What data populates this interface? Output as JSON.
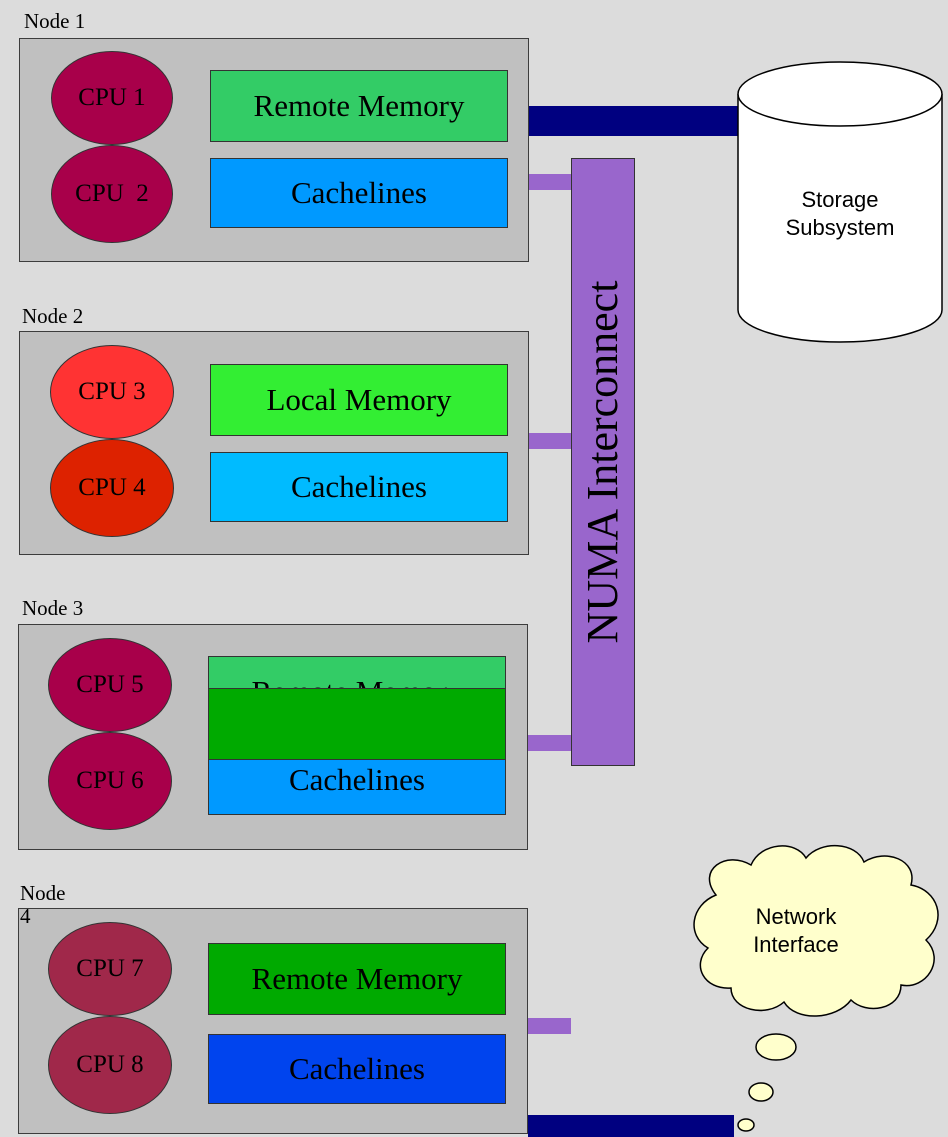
{
  "nodes": [
    {
      "label": "Node 1",
      "cpu_a": "CPU 1",
      "cpu_b": "CPU  2",
      "memory": "Remote Memory",
      "cache": "Cachelines"
    },
    {
      "label": "Node 2",
      "cpu_a": "CPU 3",
      "cpu_b": "CPU 4",
      "memory": "Local Memory",
      "cache": "Cachelines"
    },
    {
      "label": "Node 3",
      "cpu_a": "CPU 5",
      "cpu_b": "CPU 6",
      "memory": "Remote Memory",
      "cache": "Cachelines"
    },
    {
      "label": "Node\n4",
      "cpu_a": "CPU 7",
      "cpu_b": "CPU 8",
      "memory": "Remote Memory",
      "cache": "Cachelines"
    }
  ],
  "interconnect": {
    "label": "NUMA Interconnect"
  },
  "storage": {
    "line1": "Storage",
    "line2": "Subsystem"
  },
  "network": {
    "line1": "Network",
    "line2": "Interface"
  },
  "colors": {
    "background": "#dcdcdc",
    "node_box": "#c0c0c0",
    "interconnect": "#9966cc",
    "thick_link": "#000080",
    "cpu_dark": "#a8004a",
    "cpu_red": "#ff3333",
    "cpu_orange_red": "#dd2200",
    "cpu_maroon": "#a0284a",
    "mem_green": "#33cc66",
    "mem_bright_green": "#33ee33",
    "mem_dark_green": "#00aa00",
    "cache_blue": "#0099ff",
    "cache_light_blue": "#00bbff",
    "cache_dark_blue": "#0044ee",
    "cloud": "#ffffcc",
    "storage": "#ffffff"
  }
}
